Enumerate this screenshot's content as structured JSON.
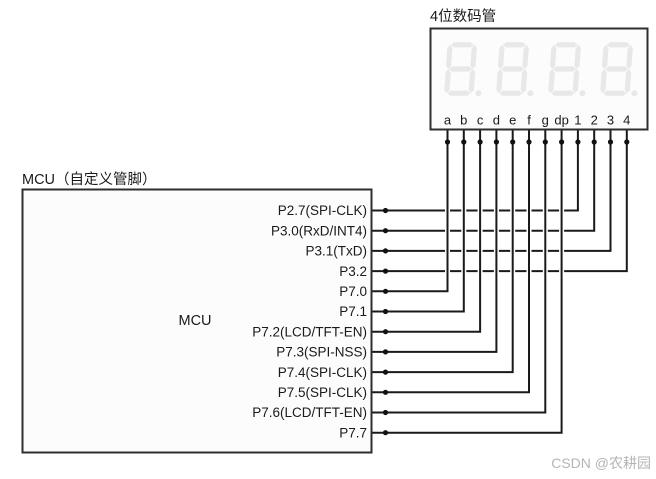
{
  "display_module": {
    "title": "4位数码管",
    "digit_count": 4,
    "pins": [
      "a",
      "b",
      "c",
      "d",
      "e",
      "f",
      "g",
      "dp",
      "1",
      "2",
      "3",
      "4"
    ]
  },
  "mcu": {
    "title": "MCU（自定义管脚）",
    "center_label": "MCU",
    "pins": [
      "P2.7(SPI-CLK)",
      "P3.0(RxD/INT4)",
      "P3.1(TxD)",
      "P3.2",
      "P7.0",
      "P7.1",
      "P7.2(LCD/TFT-EN)",
      "P7.3(SPI-NSS)",
      "P7.4(SPI-CLK)",
      "P7.5(SPI-CLK)",
      "P7.6(LCD/TFT-EN)",
      "P7.7"
    ]
  },
  "connections": [
    {
      "from": "P2.7",
      "to": "1"
    },
    {
      "from": "P3.0",
      "to": "2"
    },
    {
      "from": "P3.1",
      "to": "3"
    },
    {
      "from": "P3.2",
      "to": "4"
    },
    {
      "from": "P7.0",
      "to": "a"
    },
    {
      "from": "P7.1",
      "to": "b"
    },
    {
      "from": "P7.2",
      "to": "c"
    },
    {
      "from": "P7.3",
      "to": "d"
    },
    {
      "from": "P7.4",
      "to": "e"
    },
    {
      "from": "P7.5",
      "to": "f"
    },
    {
      "from": "P7.6",
      "to": "g"
    },
    {
      "from": "P7.7",
      "to": "dp"
    }
  ],
  "watermark": "CSDN @农耕园",
  "colors": {
    "wire": "#1a1a1a",
    "box_border": "#2e2e2e",
    "box_fill": "#fcfcfc",
    "segment_off": "#e8e8e8",
    "text": "#1a1a1a",
    "watermark": "#b5b5b5"
  }
}
